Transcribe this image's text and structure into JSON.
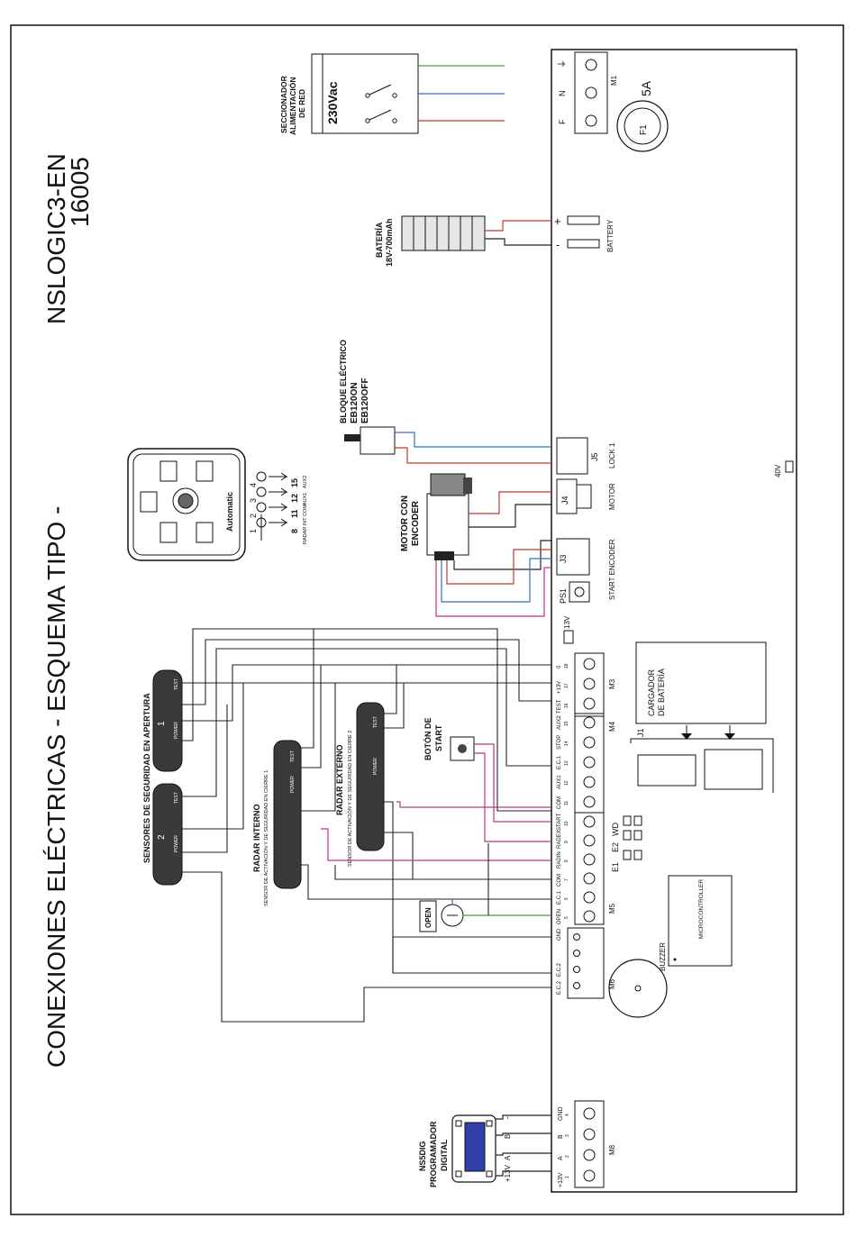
{
  "title": "CONEXIONES ELÉCTRICAS - ESQUEMA TIPO -",
  "model": "NSLOGIC3-EN",
  "code": "16005",
  "colors": {
    "red": "#c0392b",
    "blue": "#2e6fc8",
    "green": "#3aa63a",
    "magenta": "#c0308a",
    "black": "#222222"
  },
  "power": {
    "lines": [
      "SECCIONADOR",
      "ALIMENTACIÓN",
      "DE RED"
    ],
    "voltage": "230Vac",
    "fuse": "F1",
    "fuse_rating": "5A",
    "connector": "M1",
    "pins": [
      "F",
      "N",
      "⏚"
    ]
  },
  "battery": {
    "lines": [
      "BATERÍA",
      "18V-700mAh"
    ],
    "plus": "+",
    "minus": "-",
    "label": "BATTERY"
  },
  "lock": {
    "lines": [
      "BLOQUE ELÉCTRICO",
      "EB120ON",
      "EB120OFF"
    ],
    "connector": "J5",
    "label": "LOCK 1"
  },
  "motor": {
    "lines": [
      "MOTOR CON",
      "ENCODER"
    ],
    "connector": "J4",
    "label": "MOTOR"
  },
  "encoder": {
    "connector": "J3",
    "label": "START ENCODER",
    "button": "PS1"
  },
  "voltage_13": "13V",
  "voltage_40": "40V",
  "selector": {
    "brand": "Automatic",
    "numbers": [
      "1",
      "2",
      "3",
      "4"
    ],
    "terminals": [
      "8",
      "11",
      "12",
      "15"
    ],
    "terminal_labels": [
      "RADAR INT",
      "COM",
      "AUX1",
      "AUX2"
    ]
  },
  "m3": {
    "name": "M3",
    "pins": [
      "TEST",
      "+13V",
      "0"
    ],
    "nums": [
      "16",
      "17",
      "18"
    ]
  },
  "m4": {
    "name": "M4",
    "pins": [
      "COM",
      "AUX1",
      "E.C.1",
      "STOP",
      "AUX2"
    ],
    "nums": [
      "11",
      "12",
      "13",
      "14",
      "15"
    ]
  },
  "m5": {
    "name": "M5",
    "pins": [
      "OPEN",
      "E.C.1",
      "COM",
      "RADIN",
      "RADEX",
      "START"
    ],
    "nums": [
      "5",
      "6",
      "7",
      "8",
      "9",
      "10"
    ]
  },
  "m6": {
    "name": "M6",
    "pins": [
      "GND",
      "E.C.2",
      "E.C.2"
    ]
  },
  "m8": {
    "name": "M8",
    "pins": [
      "+13V",
      "A",
      "B",
      "GND"
    ],
    "nums": [
      "1",
      "2",
      "3",
      "4"
    ]
  },
  "jumpers": [
    "E1",
    "E2",
    "WD"
  ],
  "charger": {
    "lines": [
      "CARGADOR",
      "DE BATERÍA"
    ],
    "connector": "J1"
  },
  "microcontroller": "MICROCONTROLLER",
  "buzzer": "BUZZER",
  "sensors": {
    "title": "SENSORES DE SEGURIDAD EN APERTURA",
    "s1": "1",
    "s2": "2",
    "power": "POWER",
    "test": "TEST"
  },
  "radar_int": {
    "title": "RADAR INTERNO",
    "sub": "SENSOR DE ACTIVACIÓN Y DE SEGURIDAD EN CIERRE 1"
  },
  "radar_ext": {
    "title": "RADAR EXTERNO",
    "sub": "SENSOR DE ACTIVACIÓN Y DE SEGURIDAD EN CIERRE 2"
  },
  "start_button": {
    "lines": [
      "BOTÓN DE",
      "START"
    ]
  },
  "open_label": "OPEN",
  "programmer": {
    "lines": [
      "NS5DIG",
      "PROGRAMADOR",
      "DIGITAL"
    ],
    "wires": [
      "+13V",
      "A",
      "B",
      "-"
    ]
  }
}
